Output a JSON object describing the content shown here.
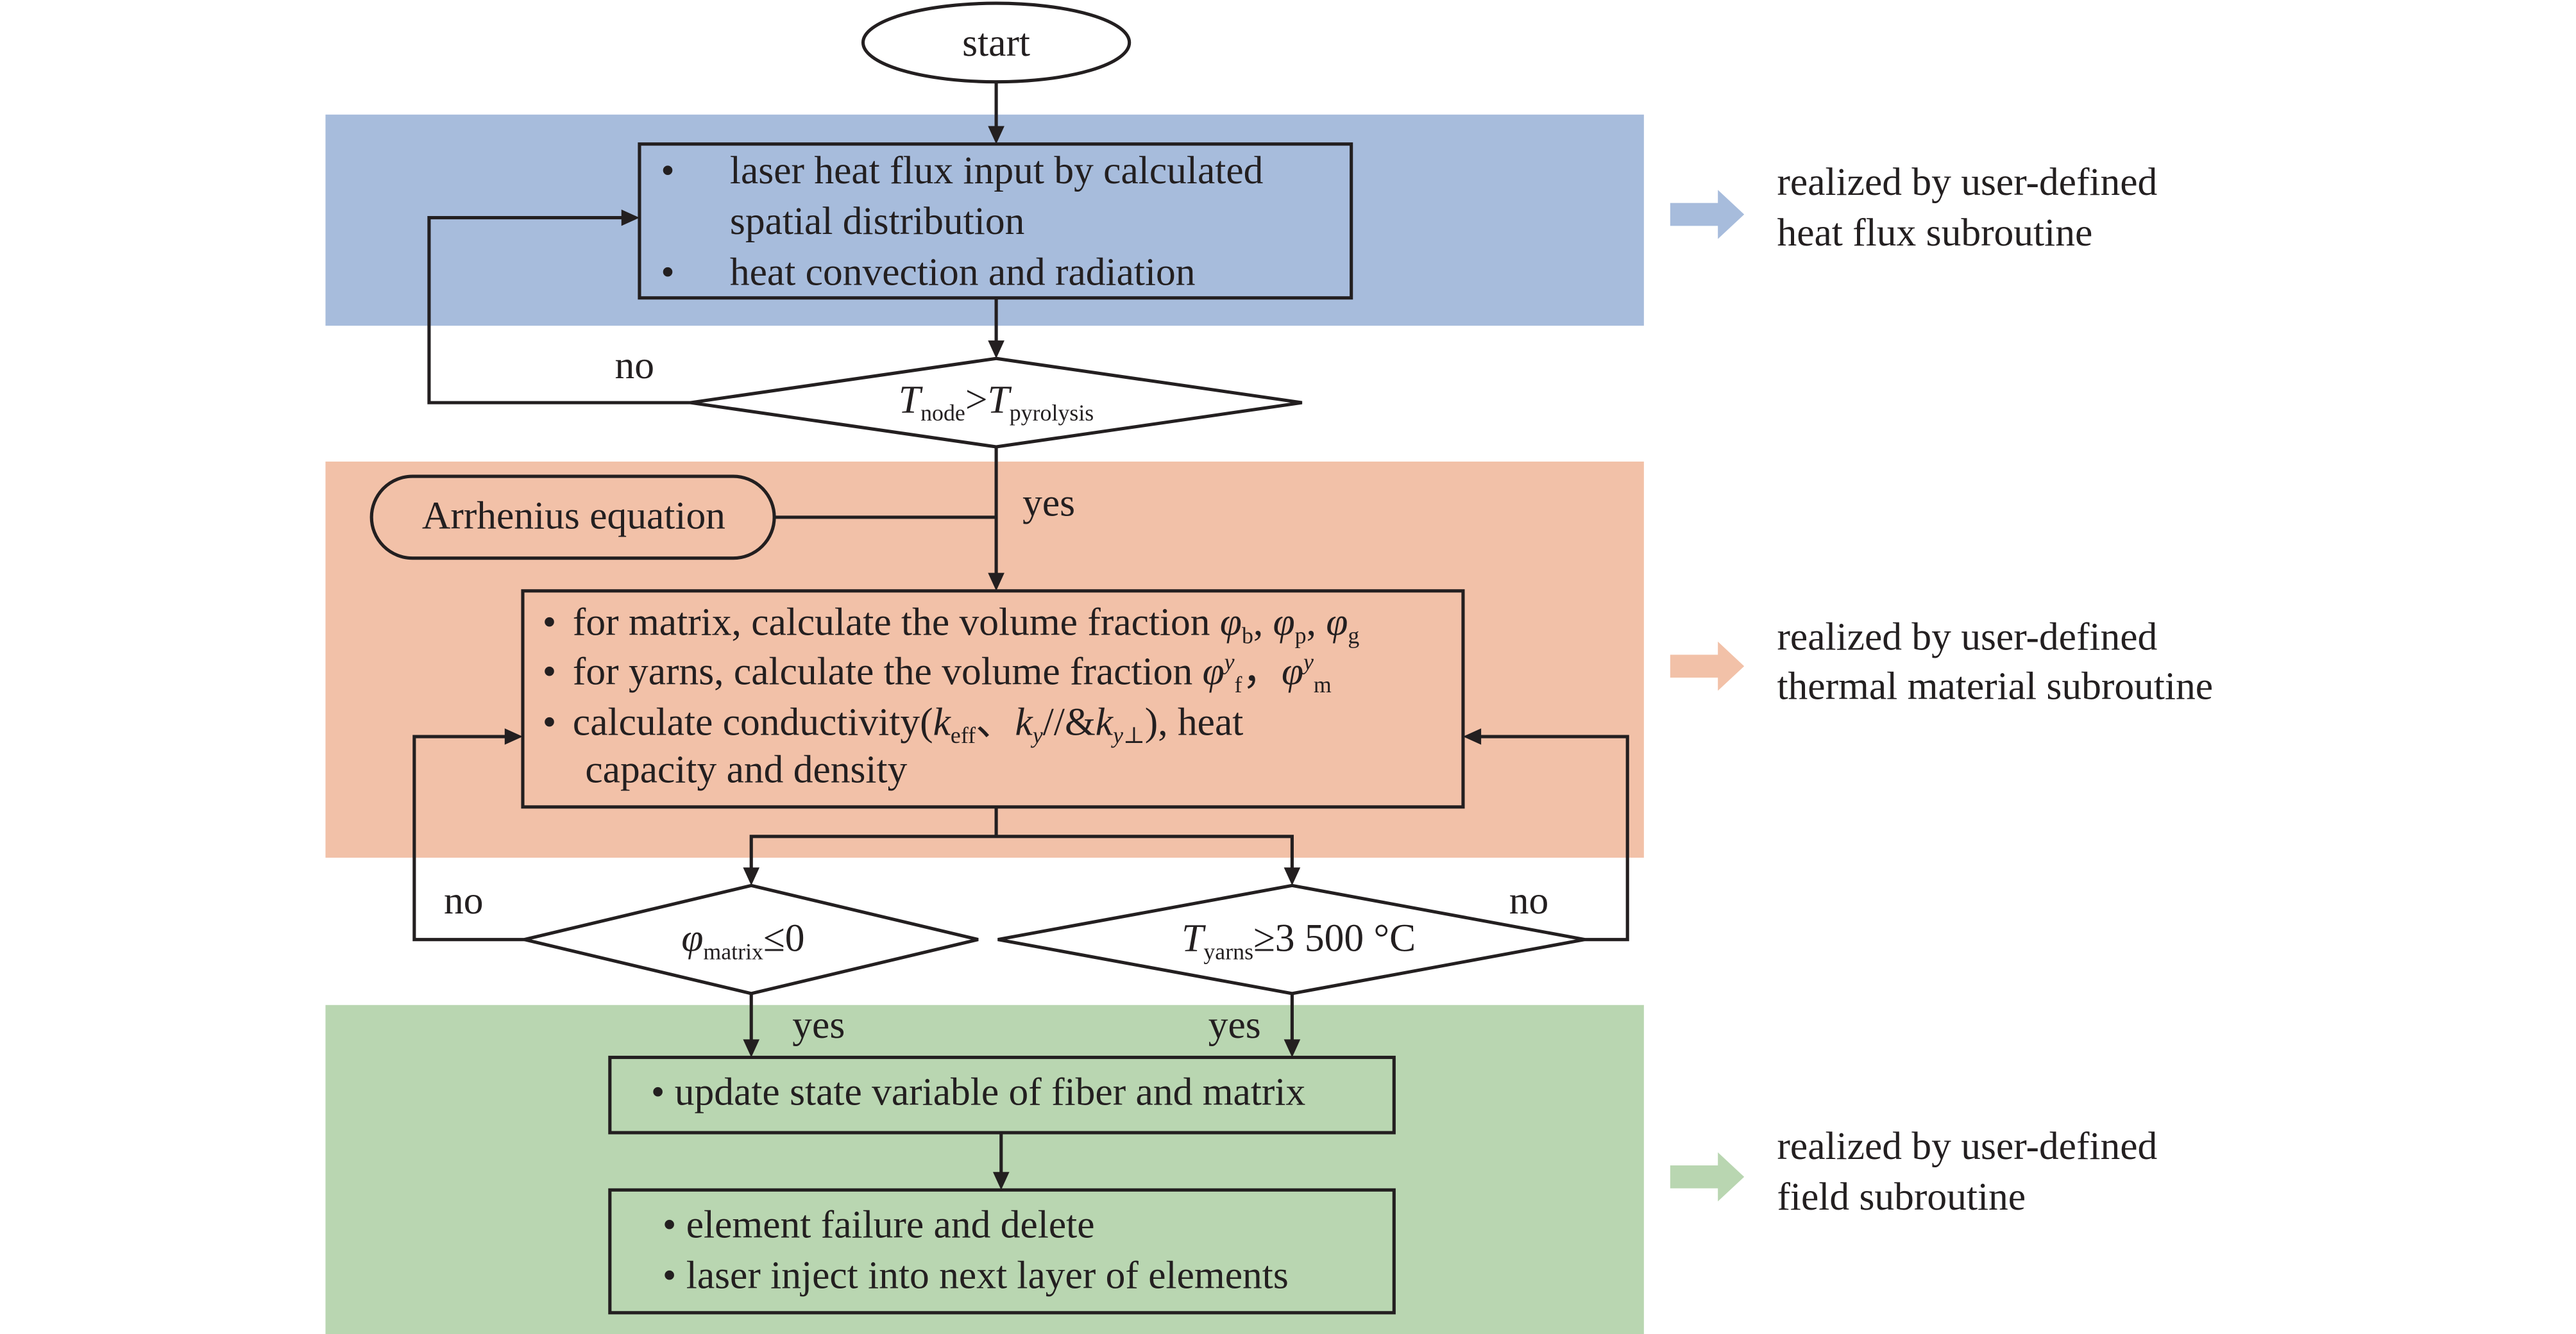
{
  "colors": {
    "heat_flux_band": "#a7bcdc",
    "thermal_band": "#f2c1a8",
    "field_band": "#b9d6b1",
    "line": "#231f20",
    "node_fill": "#ffffff"
  },
  "start": {
    "label": "start"
  },
  "heat_flux_box": {
    "bullets": [
      {
        "bullet": "•",
        "lines": [
          "laser heat flux input by calculated",
          "spatial distribution"
        ]
      },
      {
        "bullet": "•",
        "lines": [
          "heat convection and radiation"
        ]
      }
    ]
  },
  "decision_pyrolysis": {
    "lhs_symbol": "T",
    "lhs_sub": "node",
    "operator": ">",
    "rhs_symbol": "T",
    "rhs_sub": "pyrolysis",
    "no_label": "no",
    "yes_label": "yes"
  },
  "arrhenius": {
    "label": "Arrhenius equation"
  },
  "thermal_box": {
    "bullet": "•",
    "line1": {
      "text": "for matrix, calculate the volume fraction ",
      "phi": "φ",
      "subs": [
        "b",
        "p",
        "g"
      ],
      "sep": ", "
    },
    "line2": {
      "text": "for yarns, calculate the volume fraction ",
      "phi": "φ",
      "sup": "y",
      "sub1": "f",
      "sep": "，",
      "sub2": "m"
    },
    "line3": {
      "text": "calculate conductivity(",
      "k": "k",
      "sub_eff": "eff",
      "sep": "、",
      "sub_y": "y",
      "par": "//&",
      "sub_yperp": "y⊥",
      "tail": "), heat"
    },
    "line4": {
      "text": "capacity and density"
    }
  },
  "decision_matrix": {
    "symbol": "φ",
    "sub": "matrix",
    "operator": "≤0",
    "no_label": "no",
    "yes_label": "yes"
  },
  "decision_yarns": {
    "symbol": "T",
    "sub": "yarns",
    "operator": "≥3 500 °C",
    "no_label": "no",
    "yes_label": "yes"
  },
  "update_box": {
    "bullet": "•",
    "text": "update state variable of fiber and matrix"
  },
  "failure_box": {
    "bullets": [
      {
        "bullet": "•",
        "text": "element failure and delete"
      },
      {
        "bullet": "•",
        "text": "laser inject into next layer of elements"
      }
    ]
  },
  "annotations": [
    {
      "lines": [
        "realized by user-defined",
        "heat flux subroutine"
      ],
      "icon": "arrow-right-icon"
    },
    {
      "lines": [
        "realized by user-defined",
        "thermal material subroutine"
      ],
      "icon": "arrow-right-icon"
    },
    {
      "lines": [
        "realized by user-defined",
        "field subroutine"
      ],
      "icon": "arrow-right-icon"
    }
  ]
}
